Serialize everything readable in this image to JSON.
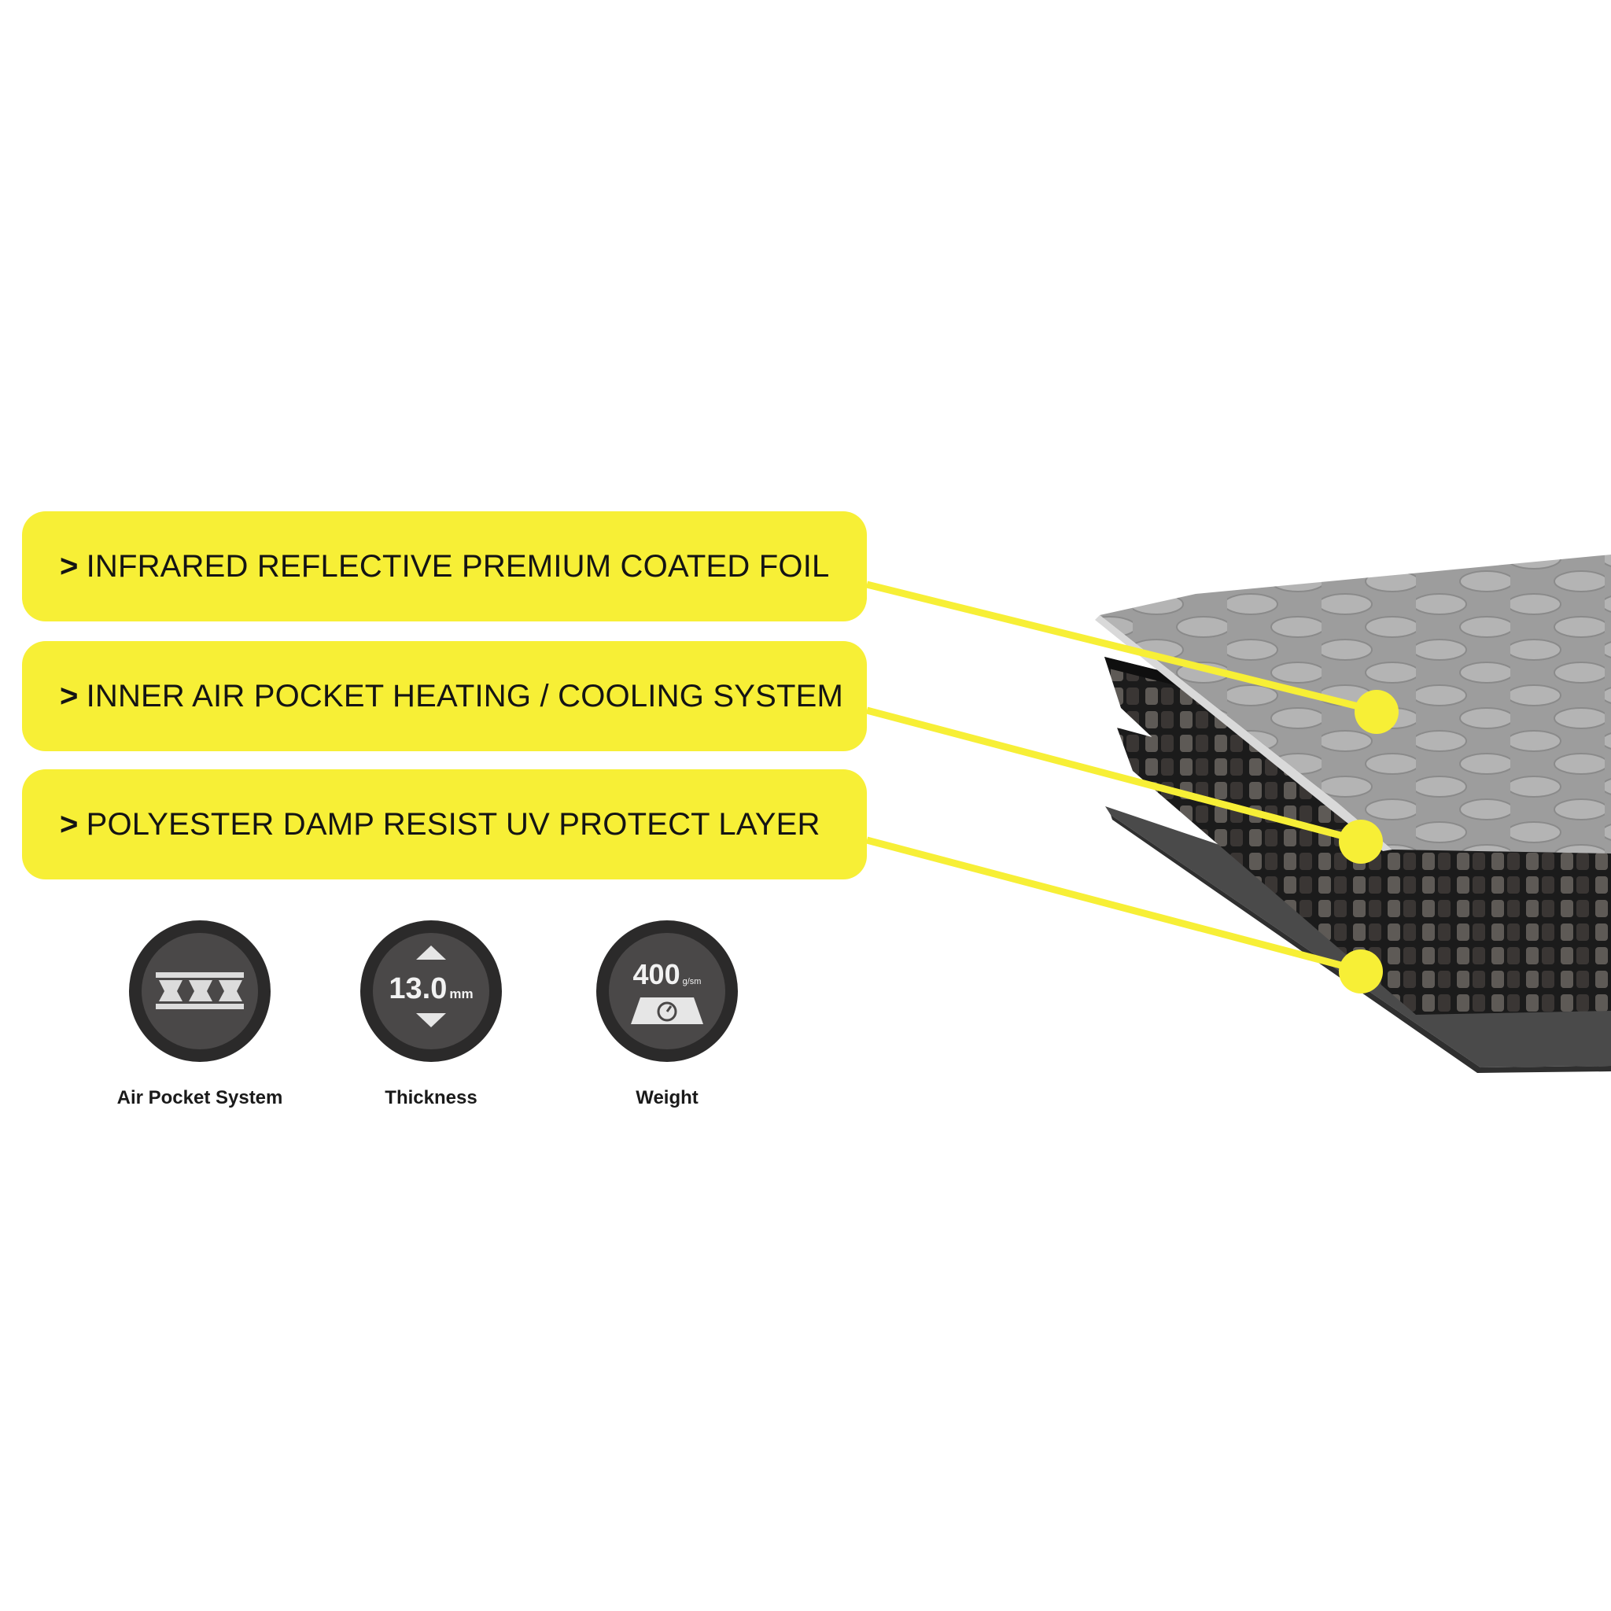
{
  "colors": {
    "accent_yellow": "#f7ef36",
    "badge_ring": "#2b2a2a",
    "badge_inner": "#4a4848",
    "foil": "#a9a9a9",
    "core": "#1e1e1e"
  },
  "layers": [
    {
      "marker": ">",
      "label": "INFRARED REFLECTIVE PREMIUM COATED FOIL"
    },
    {
      "marker": ">",
      "label": "INNER AIR POCKET HEATING / COOLING SYSTEM"
    },
    {
      "marker": ">",
      "label": "POLYESTER DAMP RESIST UV PROTECT LAYER"
    }
  ],
  "specs": [
    {
      "icon": "air-pocket-icon",
      "caption": "Air Pocket System"
    },
    {
      "icon": "thickness-icon",
      "value": "13.0",
      "unit": "mm",
      "caption": "Thickness"
    },
    {
      "icon": "weight-scale-icon",
      "value": "400",
      "unit": "g/sm",
      "caption": "Weight"
    }
  ]
}
